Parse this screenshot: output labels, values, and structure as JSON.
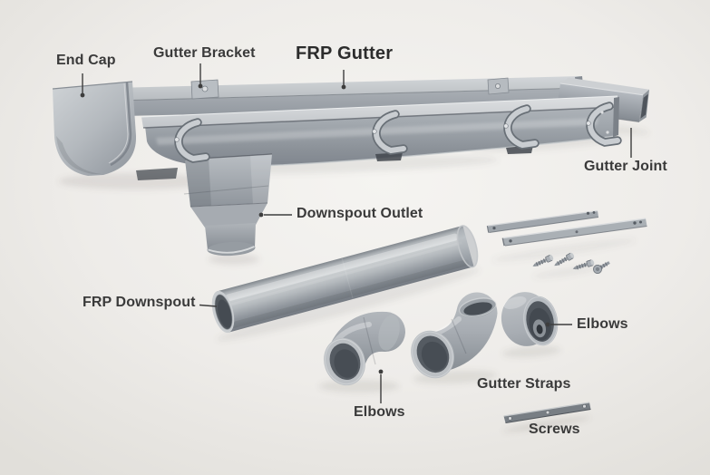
{
  "labels": {
    "end_cap": "End Cap",
    "gutter_bracket": "Gutter Bracket",
    "frp_gutter": "FRP Gutter",
    "gutter_joint": "Gutter Joint",
    "downspout_outlet": "Downspout Outlet",
    "frp_downspout": "FRP Downspout",
    "elbows_left": "Elbows",
    "elbows_right": "Elbows",
    "gutter_straps": "Gutter Straps",
    "screws": "Screws"
  },
  "colors": {
    "background": "#efedea",
    "metal_light": "#cdd1d5",
    "metal_mid": "#a6abb1",
    "metal_dark": "#6b7178",
    "label_text": "#3a3a3a"
  }
}
